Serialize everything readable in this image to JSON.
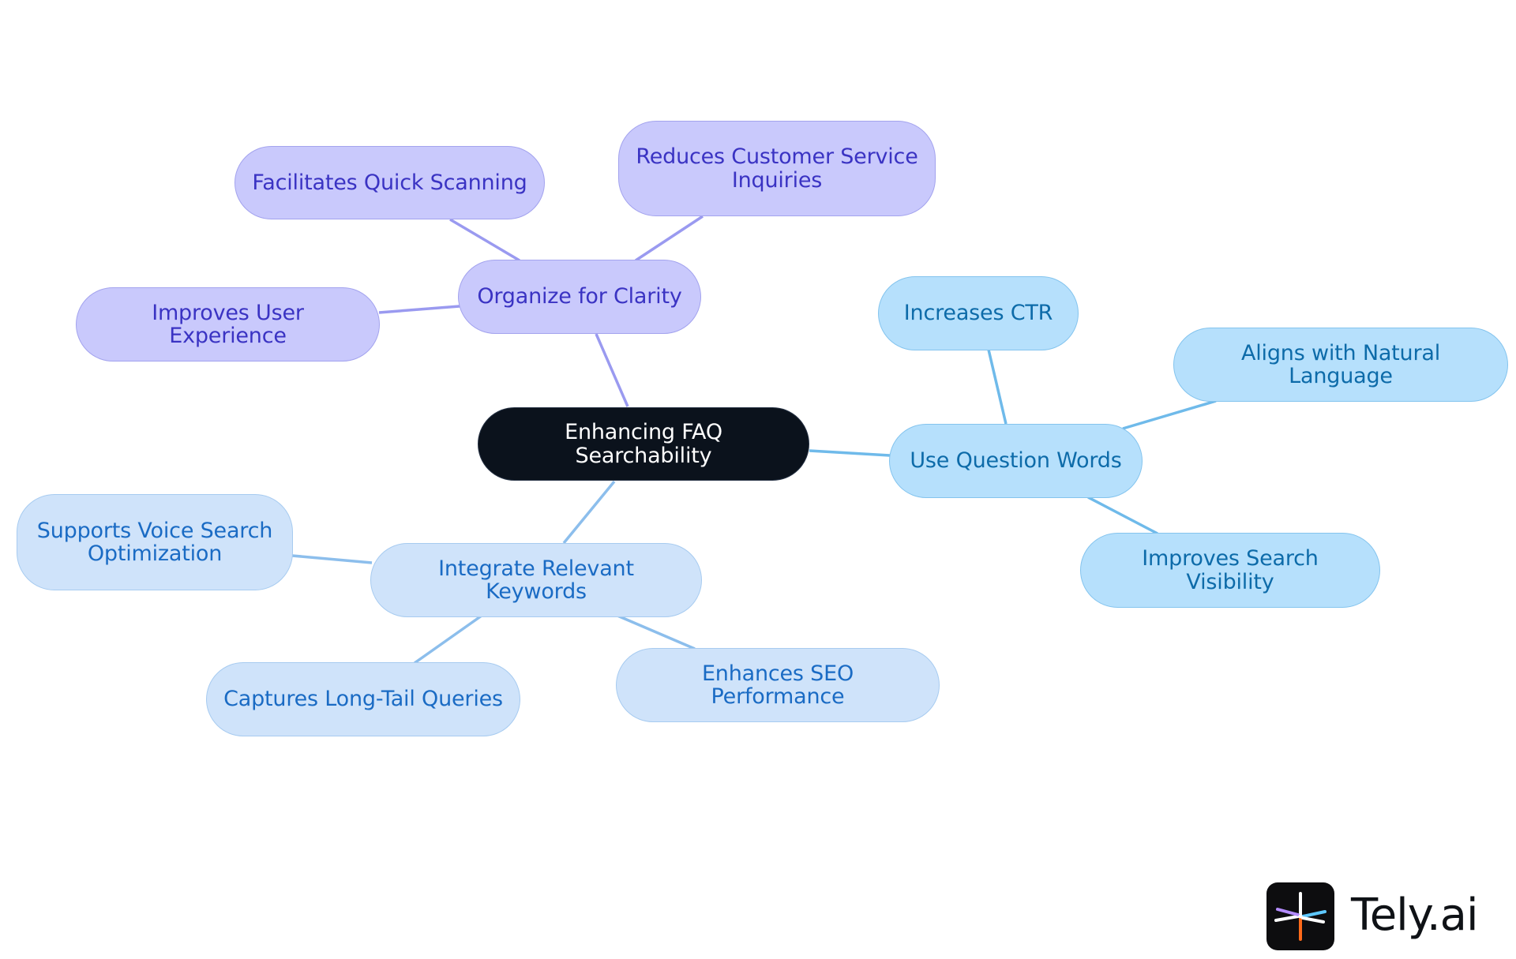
{
  "colors": {
    "purple_fill": "#c9c9fc",
    "purple_text": "#3a33c3",
    "purple_edge": "#9a9af0",
    "sky_fill": "#b6e0fc",
    "sky_text": "#0d6ba9",
    "sky_edge": "#6fbaea",
    "pale_fill": "#cfe3fa",
    "pale_text": "#1a6bc4",
    "pale_edge": "#8cbeec",
    "root_fill": "#0b121c",
    "root_text": "#ffffff"
  },
  "mindmap": {
    "root": "Enhancing FAQ Searchability",
    "branches": {
      "clarity": {
        "label": "Organize for Clarity",
        "children": {
          "quick_scanning": "Facilitates Quick Scanning",
          "customer_service": [
            "Reduces Customer Service",
            "Inquiries"
          ],
          "user_experience": "Improves User Experience"
        }
      },
      "question_words": {
        "label": "Use Question Words",
        "children": {
          "ctr": "Increases CTR",
          "natural_language": "Aligns with Natural Language",
          "search_visibility": "Improves Search Visibility"
        }
      },
      "keywords": {
        "label": "Integrate Relevant Keywords",
        "children": {
          "voice_search": [
            "Supports Voice Search",
            "Optimization"
          ],
          "long_tail": "Captures Long-Tail Queries",
          "seo": "Enhances SEO Performance"
        }
      }
    }
  },
  "logo": {
    "text": "Tely.ai",
    "icon": "tely-asterisk-icon"
  }
}
